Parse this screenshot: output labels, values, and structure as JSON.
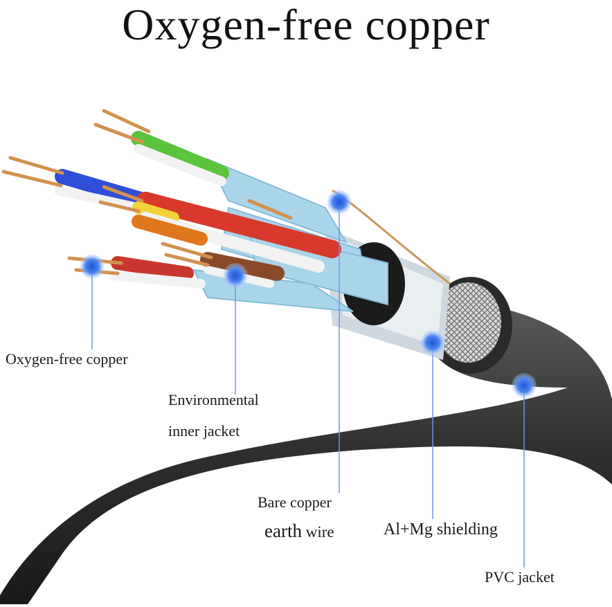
{
  "title": "Oxygen-free copper",
  "labels": {
    "oxygen_free_copper": "Oxygen-free copper",
    "environmental_1": "Environmental",
    "environmental_2": "inner jacket",
    "bare_copper_1": "Bare copper",
    "bare_copper_2a": "earth",
    "bare_copper_2b": " wire",
    "al_mg": "Al+Mg shielding",
    "pvc": "PVC jacket"
  },
  "colors": {
    "jacket": "#3a3a3a",
    "foil": "#a9d4ea",
    "copper": "#d2914e",
    "marker": "#2f6fe0"
  }
}
